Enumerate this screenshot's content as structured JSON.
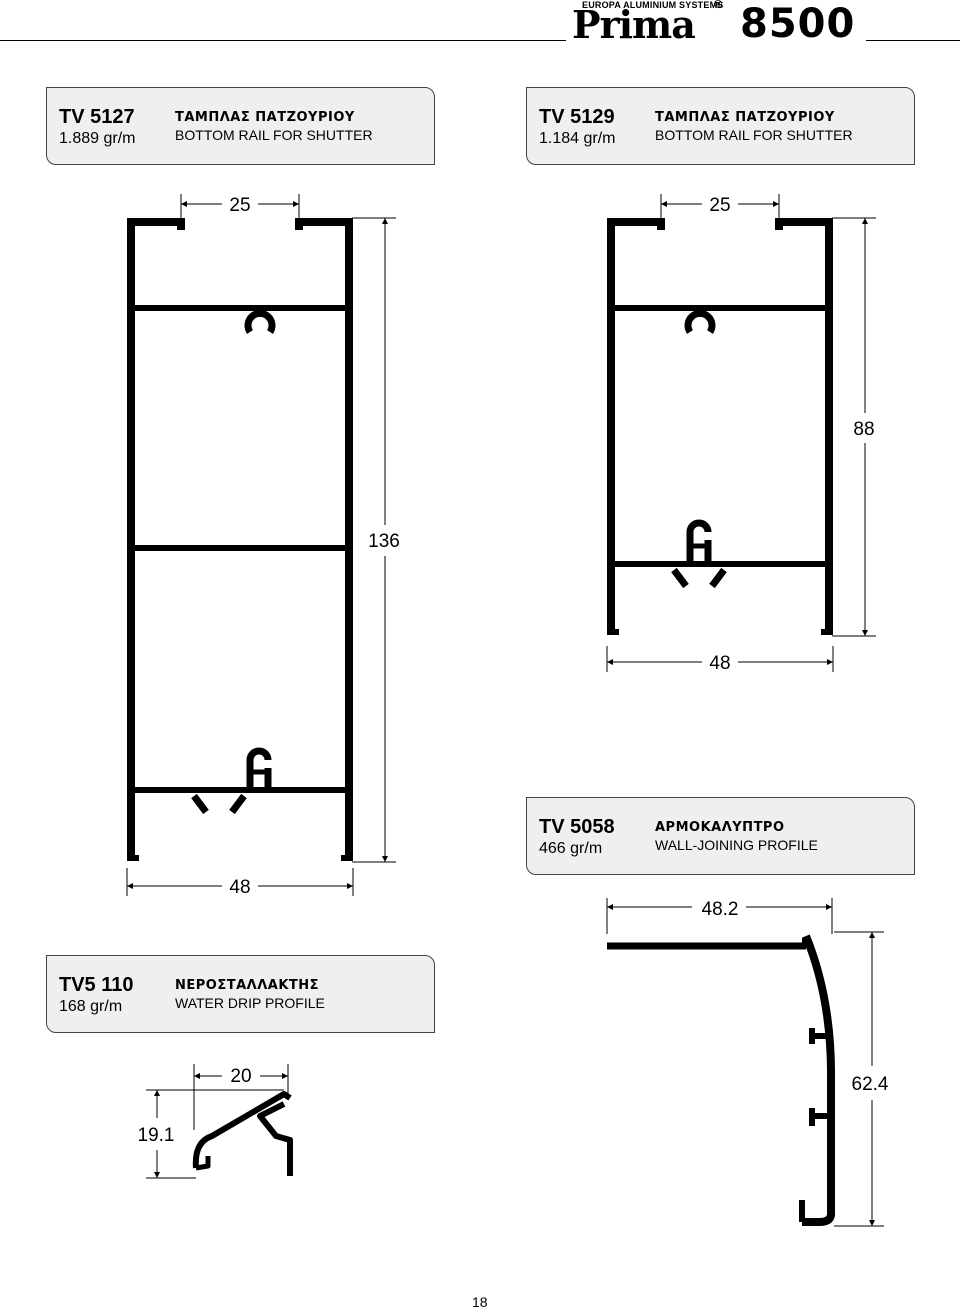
{
  "header": {
    "brand_subtitle": "EUROPA ALUMINIUM SYSTEMS",
    "brand_name": "Prima",
    "registered_mark": "®",
    "series": "8500"
  },
  "profiles": [
    {
      "code": "TV 5127",
      "weight": "1.889 gr/m",
      "title_gr": "ΤΑΜΠΛΑΣ ΠΑΤΖΟΥΡΙΟΥ",
      "title_en": "BOTTOM RAIL FOR SHUTTER",
      "dims": {
        "top_width": "25",
        "height": "136",
        "bottom_width": "48"
      }
    },
    {
      "code": "TV 5129",
      "weight": "1.184 gr/m",
      "title_gr": "ΤΑΜΠΛΑΣ ΠΑΤΖΟΥΡΙΟΥ",
      "title_en": "BOTTOM RAIL FOR SHUTTER",
      "dims": {
        "top_width": "25",
        "height": "88",
        "bottom_width": "48"
      }
    },
    {
      "code": "TV 5058",
      "weight": "466 gr/m",
      "title_gr": "ΑΡΜΟΚΑΛΥΠΤΡΟ",
      "title_en": "WALL-JOINING PROFILE",
      "dims": {
        "width": "48.2",
        "height": "62.4"
      }
    },
    {
      "code": "TV5 110",
      "weight": "168 gr/m",
      "title_gr": "ΝΕΡΟΣΤΑΛΛΑΚΤΗΣ",
      "title_en": "WATER DRIP PROFILE",
      "dims": {
        "width": "20",
        "height": "19.1"
      }
    }
  ],
  "footer": {
    "page_number": "18"
  }
}
